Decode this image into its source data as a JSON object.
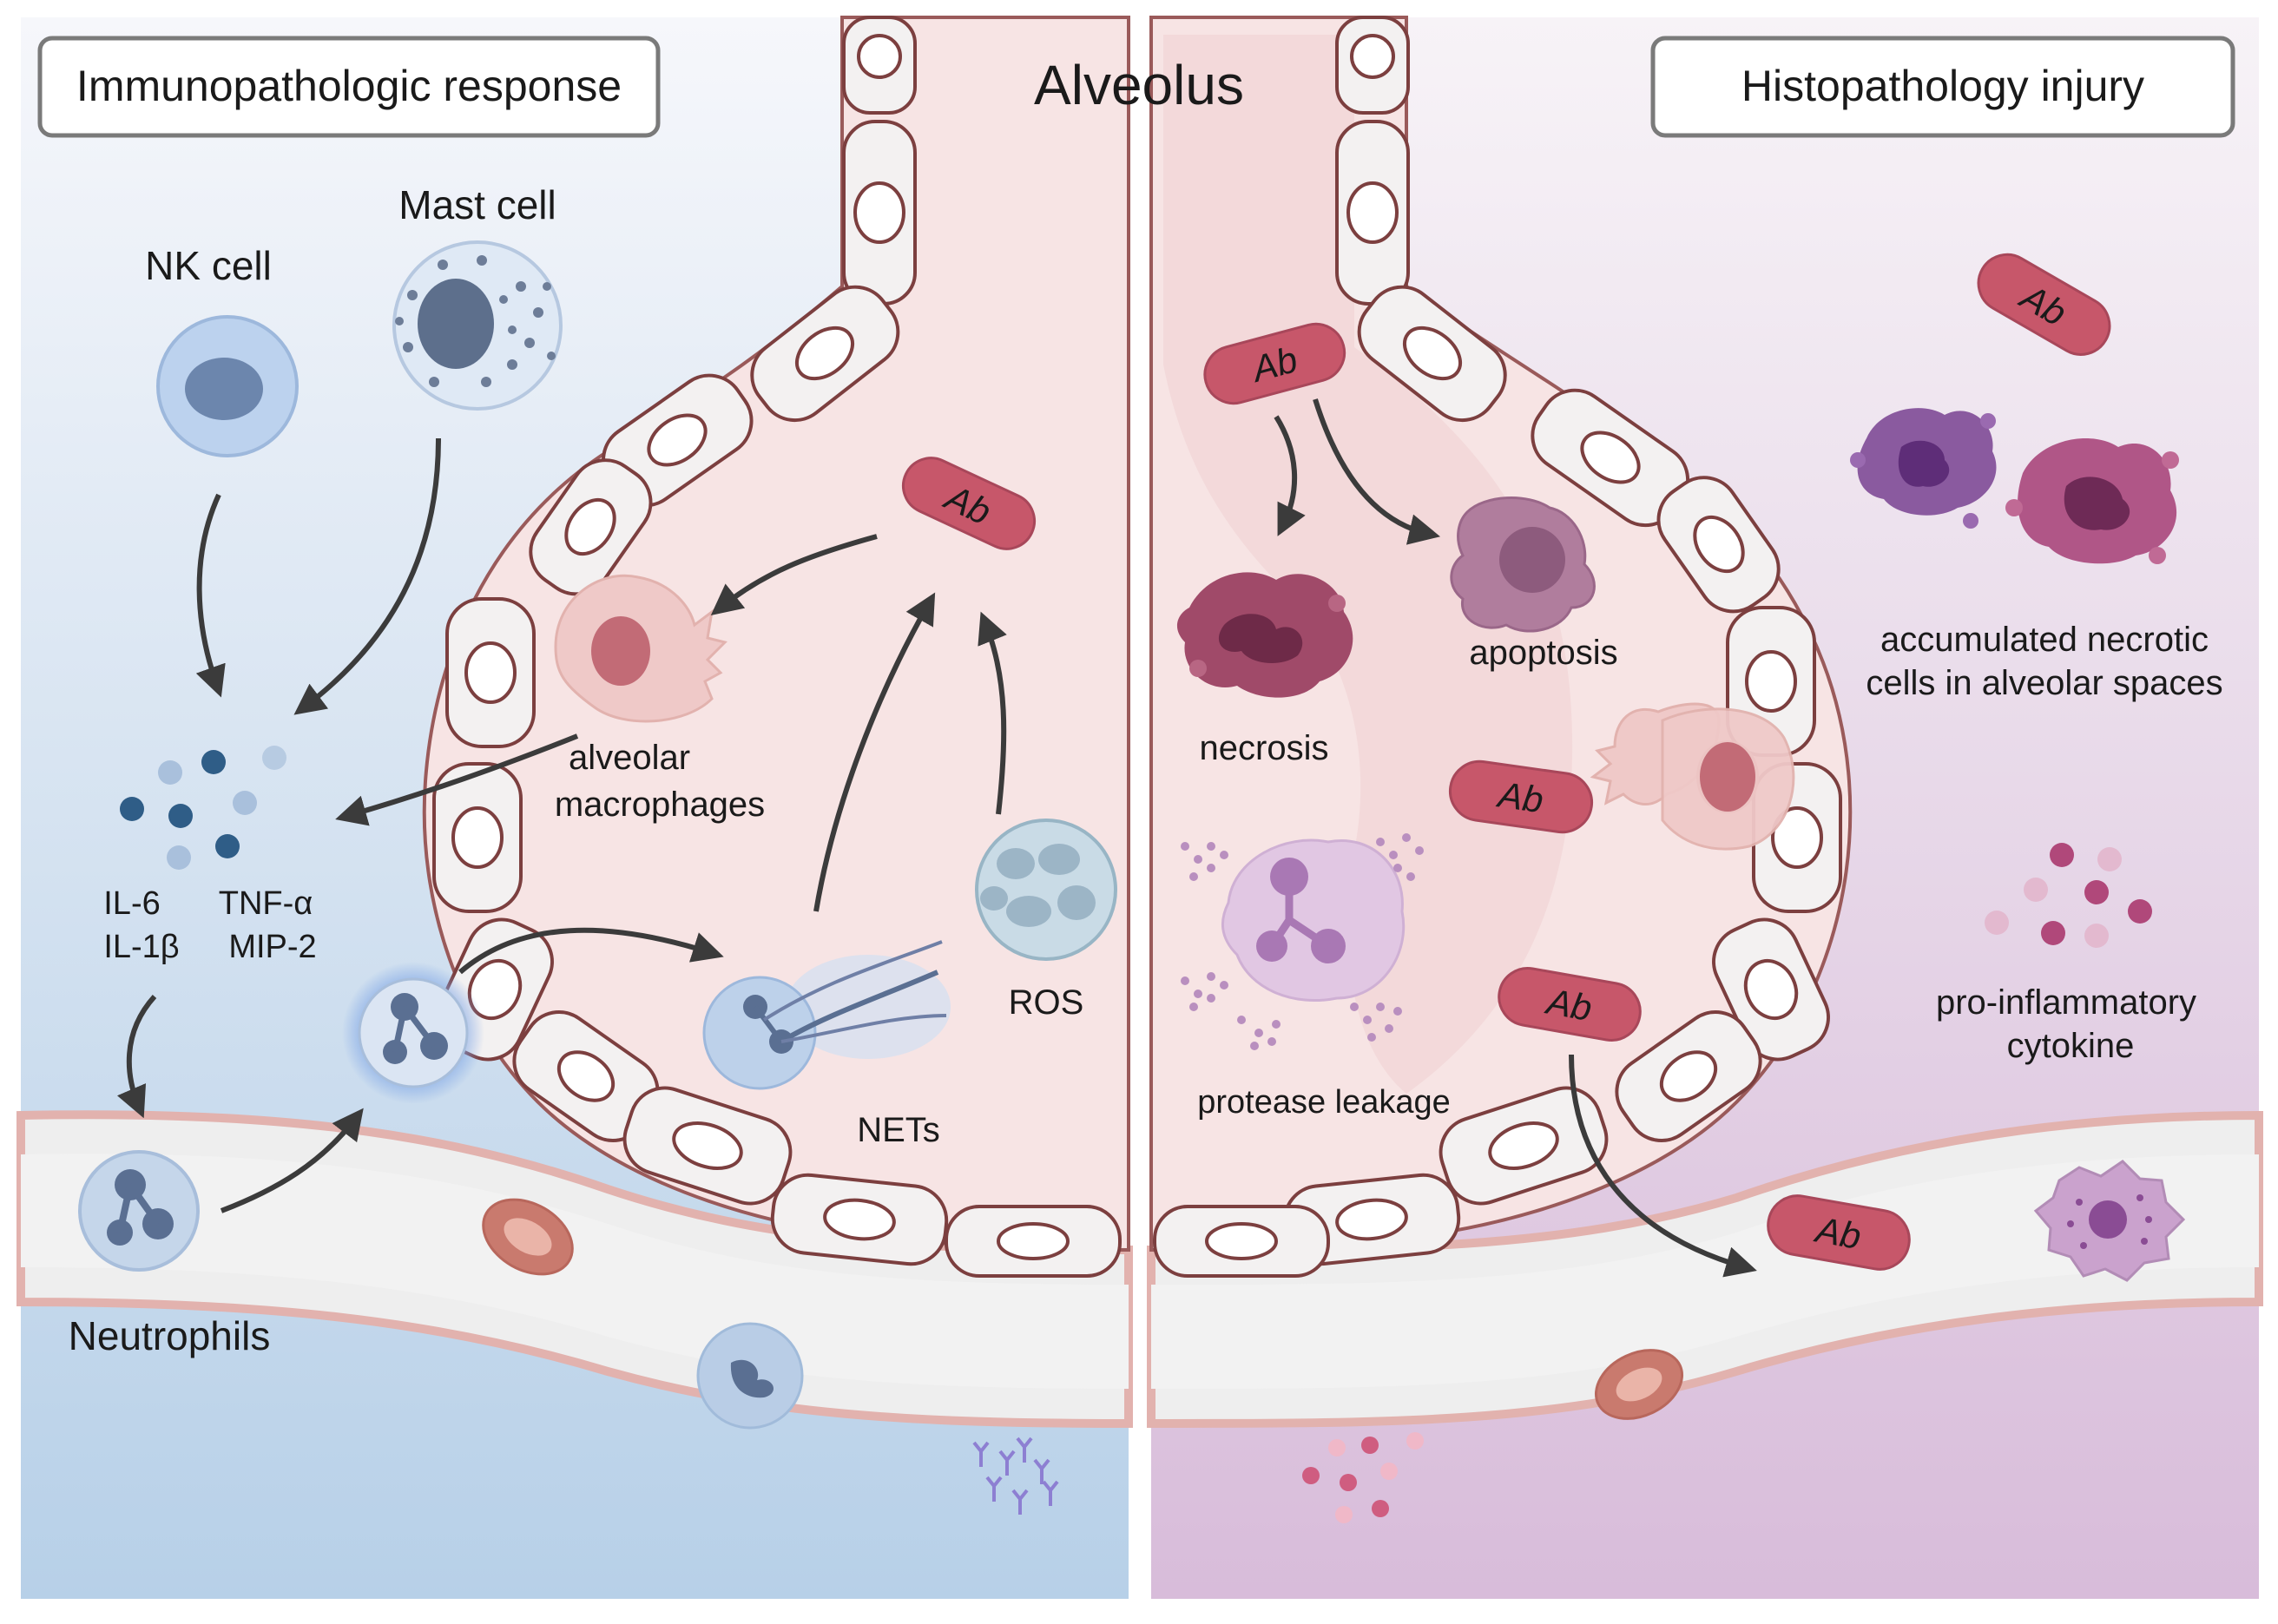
{
  "panels": {
    "left_title": "Immunopathologic response",
    "right_title": "Histopathology injury",
    "center_title": "Alveolus"
  },
  "labels": {
    "nk_cell": "NK cell",
    "mast_cell": "Mast cell",
    "alveolar_line1": "alveolar",
    "alveolar_line2": "macrophages",
    "il6": "IL-6",
    "tnfa": "TNF-α",
    "il1b": "IL-1β",
    "mip2": "MIP-2",
    "ros": "ROS",
    "nets": "NETs",
    "neutrophils": "Neutrophils",
    "necrosis": "necrosis",
    "apoptosis": "apoptosis",
    "protease_leakage": "protease leakage",
    "accumulated_line1": "accumulated necrotic",
    "accumulated_line2": "cells in alveolar spaces",
    "proinflam_line1": "pro-inflammatory",
    "proinflam_line2": "cytokine",
    "antibody": "Ab"
  },
  "colors": {
    "left_bg_top": "#f4f6fa",
    "left_bg_bottom": "#b7d1e9",
    "right_bg_top": "#f6f2f6",
    "right_bg_bottom": "#d9bfdc",
    "alveolus_fill": "#f8e6e6",
    "cell_border": "#8b4a4a",
    "antibody_fill": "#c7576a",
    "arrow": "#3b3b3b",
    "blue_cell": "#a9c2e0",
    "purple_cell": "#8e4f93",
    "magenta_cell": "#a8476f"
  }
}
